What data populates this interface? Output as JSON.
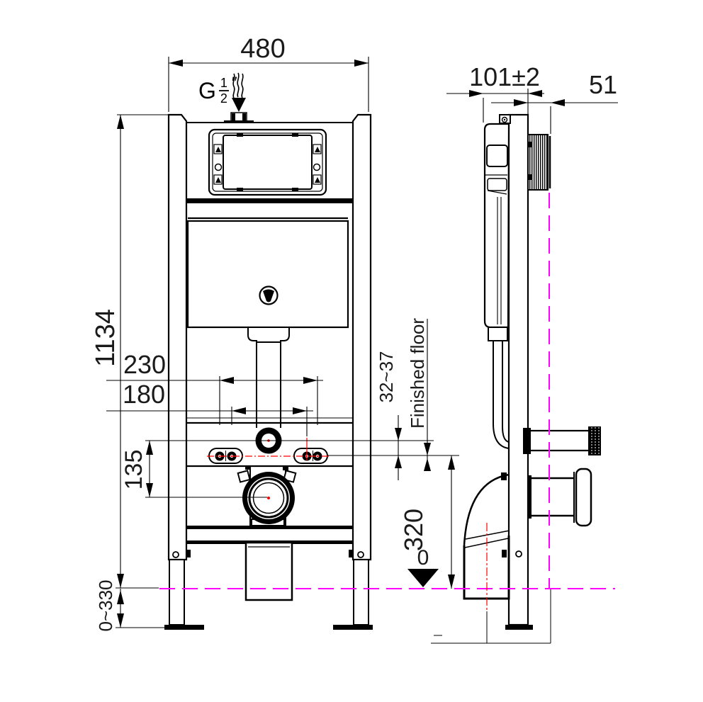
{
  "drawing": {
    "kind": "installation-drawing-concealed-cistern-frame",
    "views": [
      "front",
      "side"
    ],
    "floor_reference": "finished floor dashed line",
    "wall_reference": "finished wall dashed line"
  },
  "labels": {
    "overall_width": "480",
    "overall_height": "1134",
    "fixing_outer_spacing": "230",
    "fixing_inner_spacing": "180",
    "flush_to_outlet": "135",
    "wall_finish_range": "32~37",
    "finished_floor": "Finished floor",
    "fixing_height": "320",
    "floor_zero": "0",
    "leg_adjustment_range": "0~330",
    "frame_depth": "101±2",
    "sleeve_depth": "51",
    "inlet_thread_prefix": "G",
    "inlet_thread_numerator": "1",
    "inlet_thread_denominator": "2",
    "inlet_thread_unit": "″"
  },
  "colors": {
    "line": "#000000",
    "floor_wall_reference": "#ff00ff",
    "centerline": "#ff0000",
    "background": "#ffffff"
  }
}
